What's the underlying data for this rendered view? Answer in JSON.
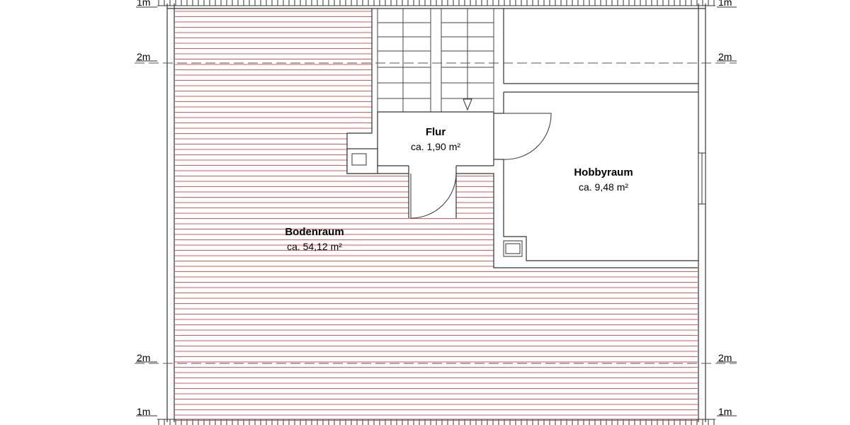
{
  "plan": {
    "rooms": {
      "bodenraum": {
        "name": "Bodenraum",
        "area": "ca. 54,12 m²"
      },
      "flur": {
        "name": "Flur",
        "area": "ca. 1,90 m²"
      },
      "hobbyraum": {
        "name": "Hobbyraum",
        "area": "ca. 9,48 m²"
      }
    },
    "height_marks": {
      "one_meter": "1m",
      "two_meter": "2m"
    },
    "colors": {
      "hatch": "#e05a5a",
      "wall": "#333333",
      "guide": "#555555"
    }
  }
}
